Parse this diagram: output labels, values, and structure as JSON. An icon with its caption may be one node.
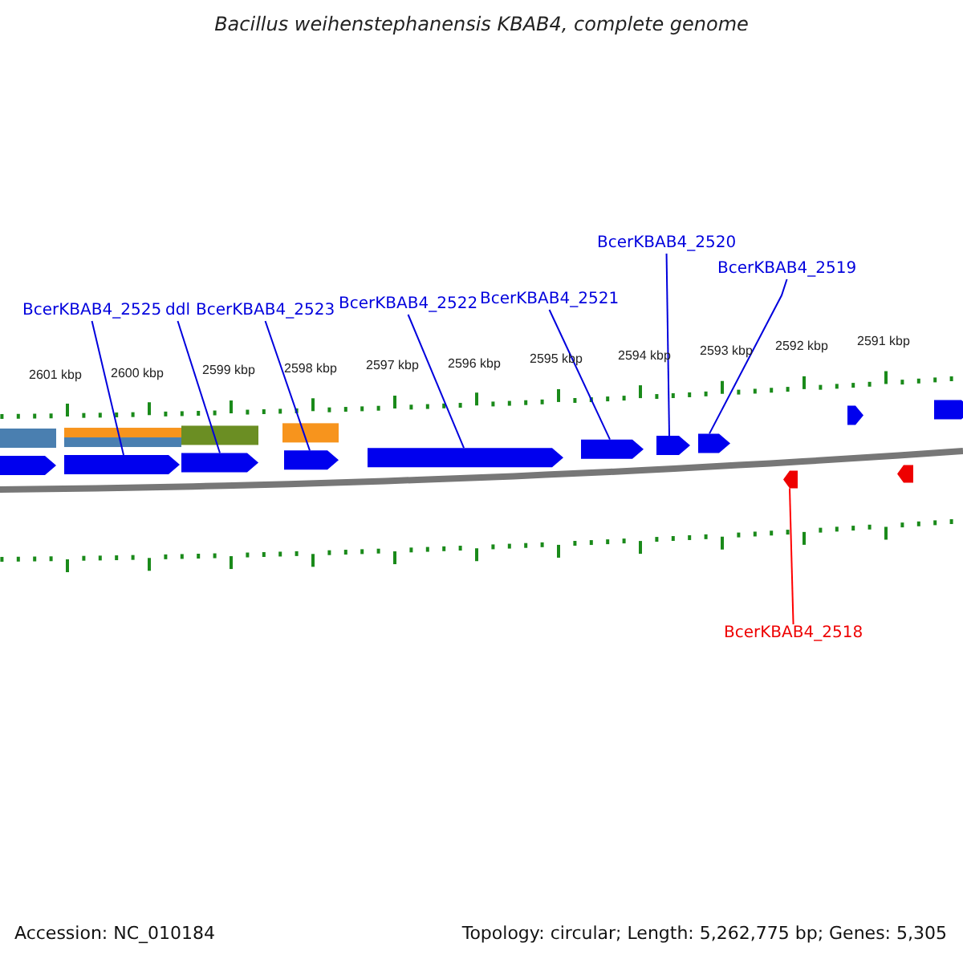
{
  "diagram": {
    "title": "Bacillus weihenstephanensis KBAB4, complete genome",
    "nodes": [
      {
        "text": [
          "BcerKBAB4_2525"
        ]
      },
      {
        "text": [
          "ddl"
        ]
      },
      {
        "text": [
          "BcerKBAB4_2523"
        ]
      },
      {
        "text": [
          "BcerKBAB4_2522"
        ]
      },
      {
        "text": [
          "BcerKBAB4_2521"
        ]
      },
      {
        "text": [
          "BcerKBAB4_2520"
        ]
      },
      {
        "text": [
          "BcerKBAB4_2519"
        ]
      },
      {
        "text": [
          "BcerKBAB4_2518"
        ]
      },
      {
        "text": [],
        "shape": "box"
      },
      {
        "text": [],
        "shape": "box"
      },
      {
        "text": [],
        "shape": "box"
      },
      {
        "text": [],
        "shape": "box"
      },
      {
        "text": [],
        "shape": "arrow"
      },
      {
        "text": [],
        "shape": "arrow"
      },
      {
        "text": [],
        "shape": "arrow"
      },
      {
        "text": [],
        "shape": "arrow"
      },
      {
        "text": [],
        "shape": "arrow"
      },
      {
        "text": [],
        "shape": "arrow"
      },
      {
        "text": [],
        "shape": "arrow"
      },
      {
        "text": [],
        "shape": "arrow"
      },
      {
        "text": [],
        "shape": "arrow"
      },
      {
        "text": [],
        "shape": "arrow"
      },
      {
        "text": [],
        "shape": "arrow"
      },
      {
        "text": [],
        "shape": "arrow"
      }
    ],
    "edges": [
      {
        "from": 0,
        "to": 13,
        "arrow": "none"
      },
      {
        "from": 1,
        "to": 14,
        "arrow": "none"
      },
      {
        "from": 2,
        "to": 15,
        "arrow": "none"
      },
      {
        "from": 3,
        "to": 16,
        "arrow": "none"
      },
      {
        "from": 4,
        "to": 17,
        "arrow": "none"
      },
      {
        "from": 5,
        "to": 18,
        "arrow": "none"
      },
      {
        "from": 6,
        "to": 19,
        "arrow": "none"
      },
      {
        "from": 7,
        "to": 22,
        "arrow": "none",
        "color": "#ff0000"
      }
    ],
    "labels": [
      "2601 kbp",
      "2600 kbp",
      "2599 kbp",
      "2598 kbp",
      "2597 kbp",
      "2596 kbp",
      "2595 kbp",
      "2594 kbp",
      "2593 kbp",
      "2592 kbp",
      "2591 kbp",
      "Accession: NC_010184",
      "Topology: circular; Length: 5,262,775 bp; Genes: 5,305"
    ]
  }
}
